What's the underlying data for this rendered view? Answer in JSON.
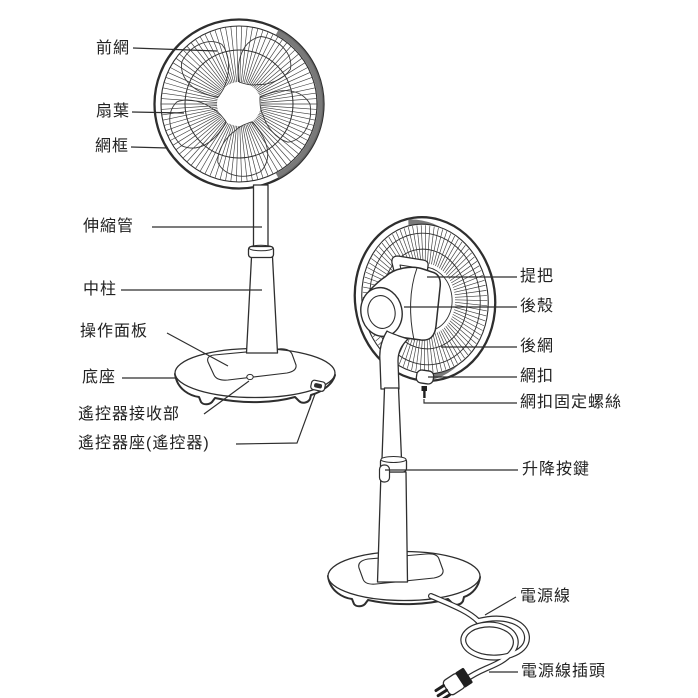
{
  "colors": {
    "line": "#2e2e2e",
    "shade": "#6a6a6a",
    "text": "#222222",
    "background": "#ffffff"
  },
  "labels": {
    "left": [
      {
        "part": "front-guard",
        "text": "前網"
      },
      {
        "part": "fan-blade",
        "text": "扇葉"
      },
      {
        "part": "guard-frame",
        "text": "網框"
      },
      {
        "part": "telescopic-tube",
        "text": "伸縮管"
      },
      {
        "part": "center-pole",
        "text": "中柱"
      },
      {
        "part": "control-panel",
        "text": "操作面板"
      },
      {
        "part": "base",
        "text": "底座"
      },
      {
        "part": "remote-receiver",
        "text": "遙控器接收部"
      },
      {
        "part": "remote-holder",
        "text": "遙控器座(遙控器)"
      }
    ],
    "right": [
      {
        "part": "handle",
        "text": "提把"
      },
      {
        "part": "rear-shell",
        "text": "後殼"
      },
      {
        "part": "rear-guard",
        "text": "後網"
      },
      {
        "part": "guard-clip",
        "text": "網扣"
      },
      {
        "part": "guard-clip-screw",
        "text": "網扣固定螺絲"
      },
      {
        "part": "lift-button",
        "text": "升降按鍵"
      },
      {
        "part": "power-cord",
        "text": "電源線"
      },
      {
        "part": "power-plug",
        "text": "電源線插頭"
      }
    ]
  }
}
